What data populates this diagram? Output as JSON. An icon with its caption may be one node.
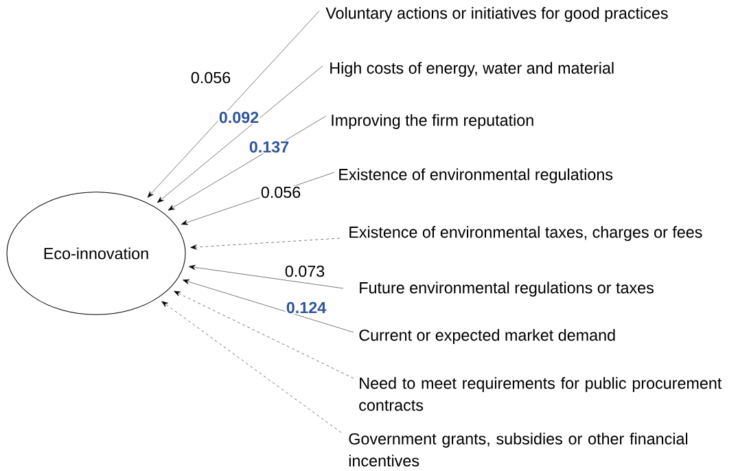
{
  "diagram": {
    "nodes": [
      {
        "text": [
          "Eco-innovation"
        ]
      },
      {
        "text": [
          "Voluntary actions or initiatives for good practices"
        ]
      },
      {
        "text": [
          "High costs of energy, water and material"
        ]
      },
      {
        "text": [
          "Improving the firm reputation"
        ]
      },
      {
        "text": [
          "Existence of environmental regulations"
        ]
      },
      {
        "text": [
          "Existence of environmental taxes, charges or fees"
        ]
      },
      {
        "text": [
          "Future environmental regulations or taxes"
        ]
      },
      {
        "text": [
          "Current or expected market demand"
        ]
      },
      {
        "text": [
          "Need to meet requirements for public procurement contracts"
        ]
      },
      {
        "text": [
          "Government grants, subsidies or other financial incentives"
        ]
      }
    ],
    "edges": [
      {
        "from": 1,
        "to": 0,
        "arrow": "to",
        "label": "0.056"
      },
      {
        "from": 2,
        "to": 0,
        "arrow": "to",
        "label": "**0.092**"
      },
      {
        "from": 3,
        "to": 0,
        "arrow": "to",
        "label": "**0.137**"
      },
      {
        "from": 4,
        "to": 0,
        "arrow": "to",
        "label": "0.056"
      },
      {
        "from": 5,
        "to": 0,
        "arrow": "to",
        "style": "dashed"
      },
      {
        "from": 6,
        "to": 0,
        "arrow": "to",
        "label": "0.073"
      },
      {
        "from": 7,
        "to": 0,
        "arrow": "to",
        "label": "**0.124**"
      },
      {
        "from": 8,
        "to": 0,
        "arrow": "to",
        "style": "dashed"
      },
      {
        "from": 9,
        "to": 0,
        "arrow": "to",
        "style": "dashed"
      }
    ]
  }
}
